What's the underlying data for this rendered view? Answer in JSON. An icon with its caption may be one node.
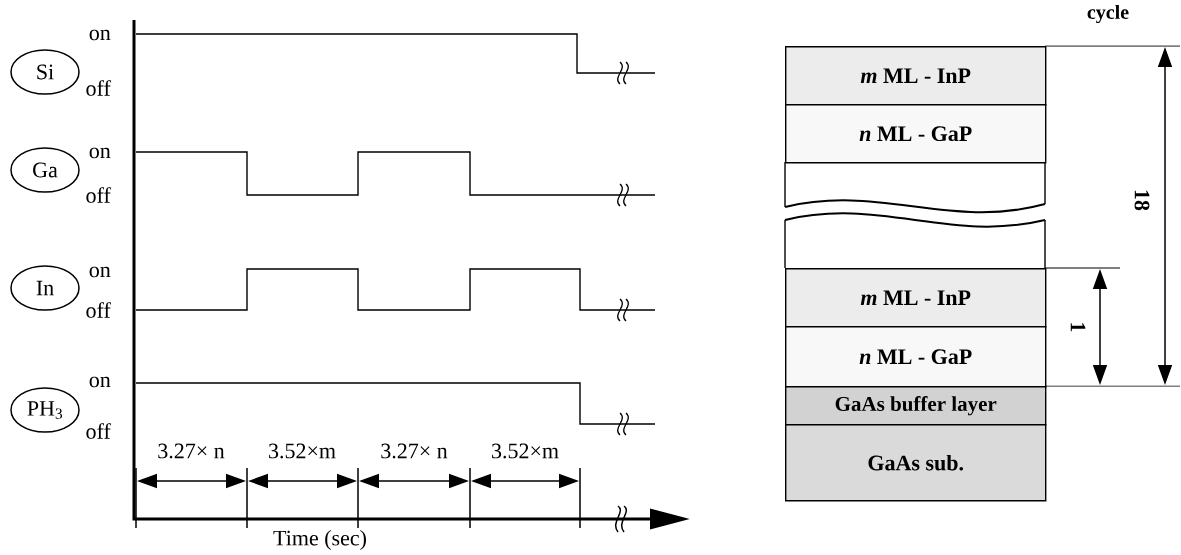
{
  "diagram": {
    "nodes": [
      {
        "text": [
          "Si"
        ]
      },
      {
        "text": [
          "Ga"
        ]
      },
      {
        "text": [
          "In"
        ]
      },
      {
        "text": [
          "PH$_{3}$"
        ]
      },
      {
        "text": [
          "*m* ML - InP"
        ]
      },
      {
        "text": [
          "*n* ML - GaP"
        ]
      },
      {
        "text": [],
        "shape": "box"
      },
      {
        "text": [
          "*m* ML - InP"
        ]
      },
      {
        "text": [
          "*n* ML - GaP"
        ]
      },
      {
        "text": [
          "GaAs buffer layer"
        ]
      },
      {
        "text": [
          "GaAs sub."
        ]
      }
    ],
    "labels": [
      "on",
      "off",
      "on",
      "off",
      "on",
      "off",
      "on",
      "off",
      "3.27× n",
      "3.52×m",
      "3.27× n",
      "3.52×m",
      "Time (sec)",
      "cycle",
      "18",
      "1"
    ]
  }
}
